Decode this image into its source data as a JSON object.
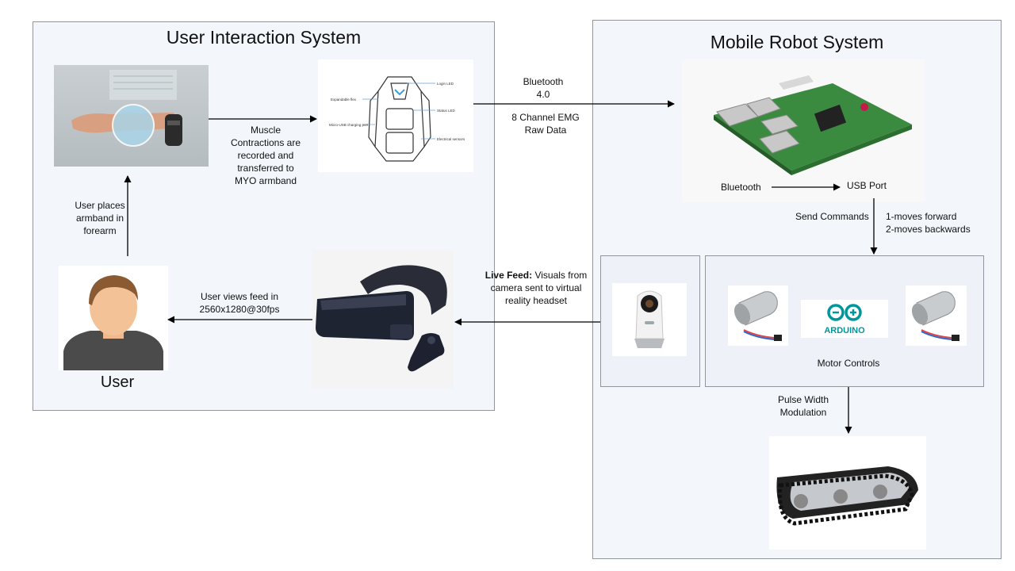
{
  "left_panel": {
    "title": "User Interaction System"
  },
  "right_panel": {
    "title": "Mobile Robot System"
  },
  "labels": {
    "muscle": [
      "Muscle",
      "Contractions are",
      "recorded and",
      "transferred to",
      "MYO armband"
    ],
    "bt_top": [
      "Bluetooth",
      "4.0"
    ],
    "emg": [
      "8 Channel EMG",
      "Raw Data"
    ],
    "places": [
      "User places",
      "armband in",
      "forearm"
    ],
    "user": "User",
    "views": [
      "User views feed  in",
      "2560x1280@30fps"
    ],
    "live_bold": "Live Feed:",
    "live": [
      " Visuals from",
      "camera sent to virtual",
      "reality headset"
    ],
    "pi_bluetooth": "Bluetooth",
    "usb_port": "USB Port",
    "send_commands": "Send Commands",
    "cmd": [
      "1-moves forward",
      "2-moves backwards"
    ],
    "motor_controls": "Motor Controls",
    "pwm": [
      "Pulse Width",
      "Modulation"
    ],
    "arduino": "ARDUINO"
  },
  "diagram_labels": [
    "Login LED",
    "Expandable flex",
    "Status LED",
    "Micro-USB charging port",
    "Electrical sensors"
  ],
  "colors": {
    "panel_bg": "#f3f6fb",
    "border": "#8f96a0",
    "arduino": "#00979c",
    "pi_board": "#3a8a3f"
  }
}
